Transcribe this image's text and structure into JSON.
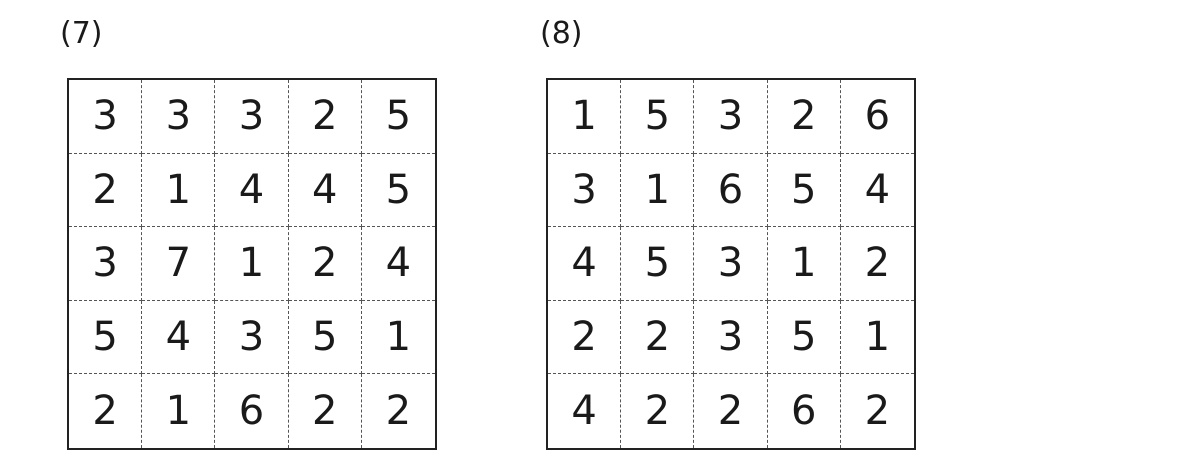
{
  "puzzles": [
    {
      "label": "(7)",
      "grid": [
        [
          "3",
          "3",
          "3",
          "2",
          "5"
        ],
        [
          "2",
          "1",
          "4",
          "4",
          "5"
        ],
        [
          "3",
          "7",
          "1",
          "2",
          "4"
        ],
        [
          "5",
          "4",
          "3",
          "5",
          "1"
        ],
        [
          "2",
          "1",
          "6",
          "2",
          "2"
        ]
      ]
    },
    {
      "label": "(8)",
      "grid": [
        [
          "1",
          "5",
          "3",
          "2",
          "6"
        ],
        [
          "3",
          "1",
          "6",
          "5",
          "4"
        ],
        [
          "4",
          "5",
          "3",
          "1",
          "2"
        ],
        [
          "2",
          "2",
          "3",
          "5",
          "1"
        ],
        [
          "4",
          "2",
          "2",
          "6",
          "2"
        ]
      ]
    }
  ]
}
